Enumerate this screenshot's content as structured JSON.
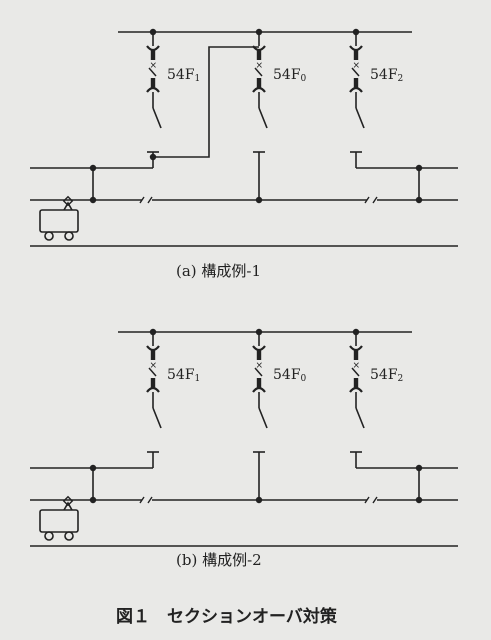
{
  "diagram_a": {
    "caption": "(a) 構成例-1",
    "breakers": [
      {
        "name": "54F",
        "sub": "1"
      },
      {
        "name": "54F",
        "sub": "0"
      },
      {
        "name": "54F",
        "sub": "2"
      }
    ]
  },
  "diagram_b": {
    "caption": "(b) 構成例-2",
    "breakers": [
      {
        "name": "54F",
        "sub": "1"
      },
      {
        "name": "54F",
        "sub": "0"
      },
      {
        "name": "54F",
        "sub": "2"
      }
    ]
  },
  "figure_caption": "図１　セクションオーバ対策",
  "colors": {
    "paper": "#e9e9e7",
    "ink": "#222222"
  }
}
